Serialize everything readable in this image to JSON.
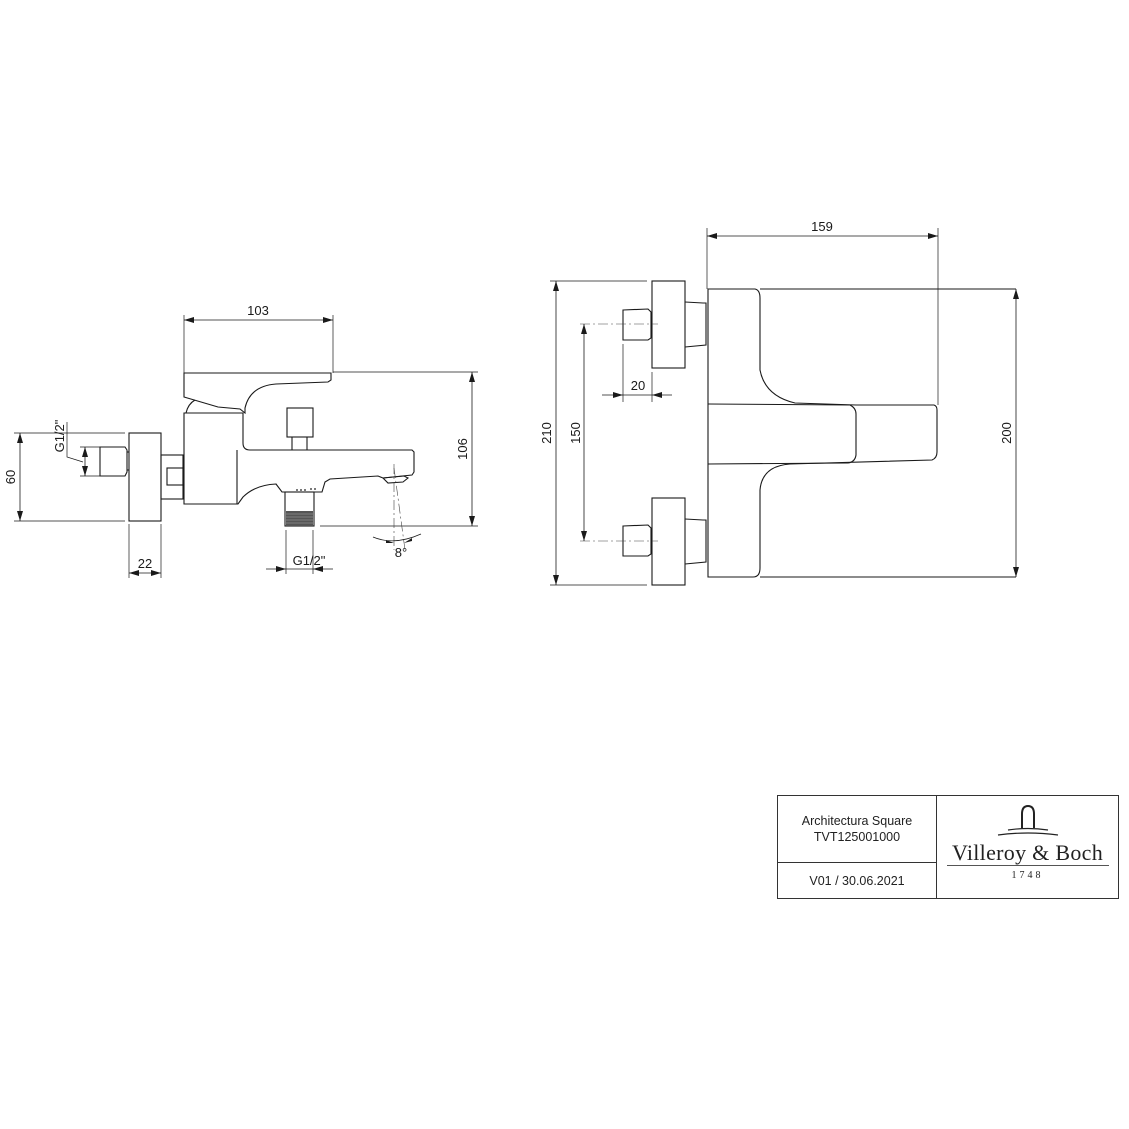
{
  "drawing": {
    "product_name": "Architectura Square",
    "article_number": "TVT125001000",
    "revision": "V01 / 30.06.2021",
    "brand": {
      "name": "Villeroy & Boch",
      "year": "1748",
      "logo_icon": "fountain-arch-icon"
    }
  },
  "side_view": {
    "dimensions": {
      "overall_depth": "103",
      "height": "106",
      "connection_height": "60",
      "escutcheon_depth": "22",
      "inlet_thread": "G1/2\"",
      "outlet_thread": "G1/2\"",
      "spout_angle": "8°"
    }
  },
  "front_view": {
    "dimensions": {
      "overall_width": "159",
      "overall_height_with_escutcheons": "210",
      "connection_centers": "150",
      "eccentric_depth": "20",
      "body_height": "200"
    }
  },
  "colors": {
    "line": "#1a1a1a",
    "background": "#ffffff"
  }
}
